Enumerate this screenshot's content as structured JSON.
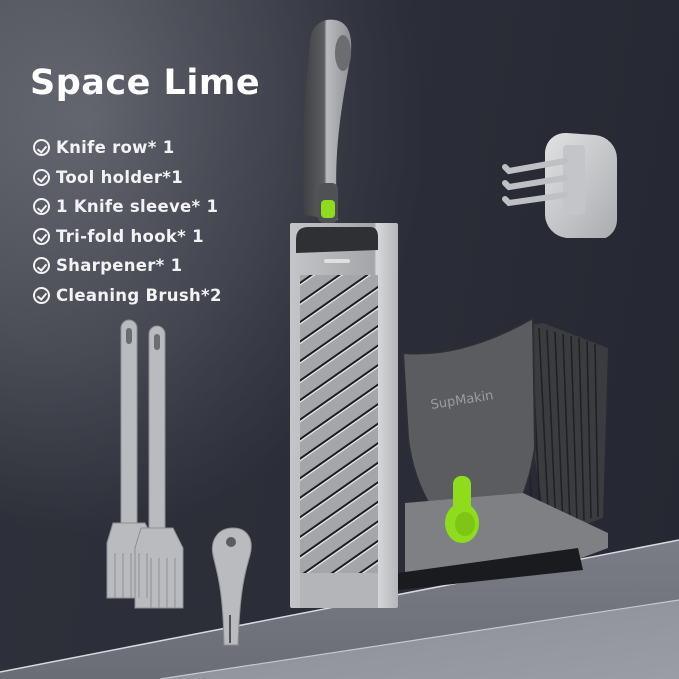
{
  "title": "Space Lime",
  "items": [
    {
      "label": "Knife row* 1",
      "icon": "check-circle-icon"
    },
    {
      "label": "Tool holder*1",
      "icon": "check-circle-icon"
    },
    {
      "label": "1 Knife sleeve* 1",
      "icon": "check-circle-icon"
    },
    {
      "label": "Tri-fold hook* 1",
      "icon": "check-circle-icon"
    },
    {
      "label": "Sharpener* 1",
      "icon": "check-circle-icon"
    },
    {
      "label": "Cleaning Brush*2",
      "icon": "check-circle-icon"
    }
  ],
  "brand_mark": "SupMakin",
  "colors": {
    "accent_lime": "#8fdc1e",
    "background_dark": "#2c2e39",
    "product_gray": "#9a9c9f",
    "product_dark": "#4a4c50",
    "text": "#ffffff"
  }
}
